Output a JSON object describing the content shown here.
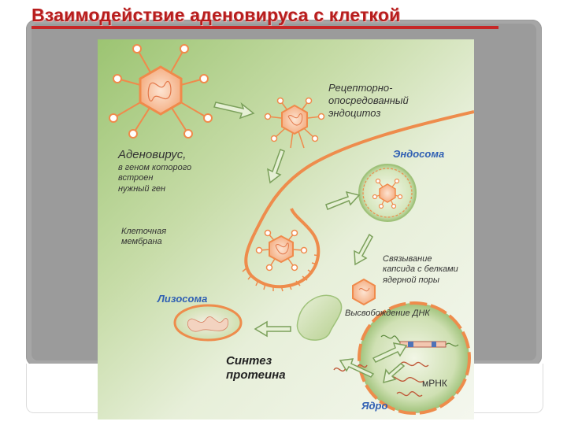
{
  "slide": {
    "title": "Взаимодействие аденовируса с клеткой"
  },
  "diagram": {
    "labels": {
      "adenovirus": "Аденовирус,",
      "gene_note": "в геном которого\nвстроен\nнужный ген",
      "receptor_endocytosis": "Рецепторно-\nопосредованный\nэндоцитоз",
      "endosome": "Эндосома",
      "cell_membrane": "Клеточная\nмембрана",
      "capsid_binding": "Связывание\nкапсида с белками\nядерной поры",
      "lysosome": "Лизосома",
      "dna_release": "Высвобождение ДНК",
      "protein_synthesis": "Синтез\nпротеина",
      "mrna": "мРНК",
      "nucleus": "Ядро"
    },
    "colors": {
      "background_green": "#d3e3b8",
      "virus_orange": "#f08a4b",
      "virus_fill": "#f9c4a3",
      "membrane": "#ee8c4c",
      "arrow_green": "#7ba05b",
      "blue_label": "#2f5fb3"
    }
  }
}
